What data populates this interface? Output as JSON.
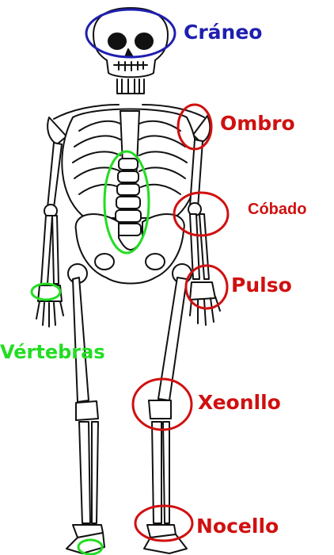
{
  "labels": {
    "cranium": "Cráneo",
    "shoulder": "Ombro",
    "elbow": "Cóbado",
    "wrist": "Pulso",
    "vertebrae": "Vértebras",
    "knee": "Xeonllo",
    "ankle": "Nocello"
  },
  "colors": {
    "blue": "#1f1fb0",
    "red": "#d01010",
    "green": "#22dd22",
    "bone_stroke": "#111111",
    "bone_fill": "#ffffff"
  }
}
